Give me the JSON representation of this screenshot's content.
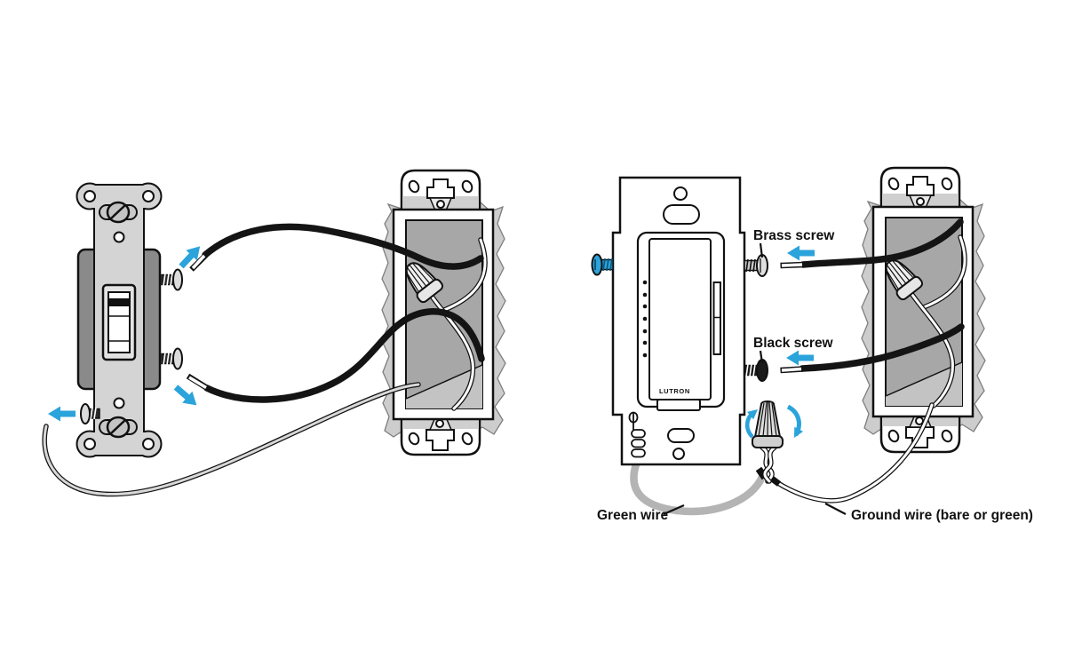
{
  "labels": {
    "brass_screw": "Brass screw",
    "black_screw": "Black screw",
    "green_wire": "Green wire",
    "ground_wire": "Ground wire (bare or green)"
  },
  "brand": {
    "dimmer_logo": "LUTRON"
  },
  "colors": {
    "arrow_blue": "#2BA3DB",
    "outline": "#111111",
    "wire_black": "#141414",
    "drywall_gray": "#cdcdcd",
    "box_interior_gray": "#a7a7a7",
    "box_floor_gray": "#c3c3c3",
    "strap_gray": "#d4d4d4",
    "switch_body_gray": "#8a8a8a",
    "bare_wire_gray": "#b4b4b4",
    "screw_gray": "#e0e0e0"
  }
}
